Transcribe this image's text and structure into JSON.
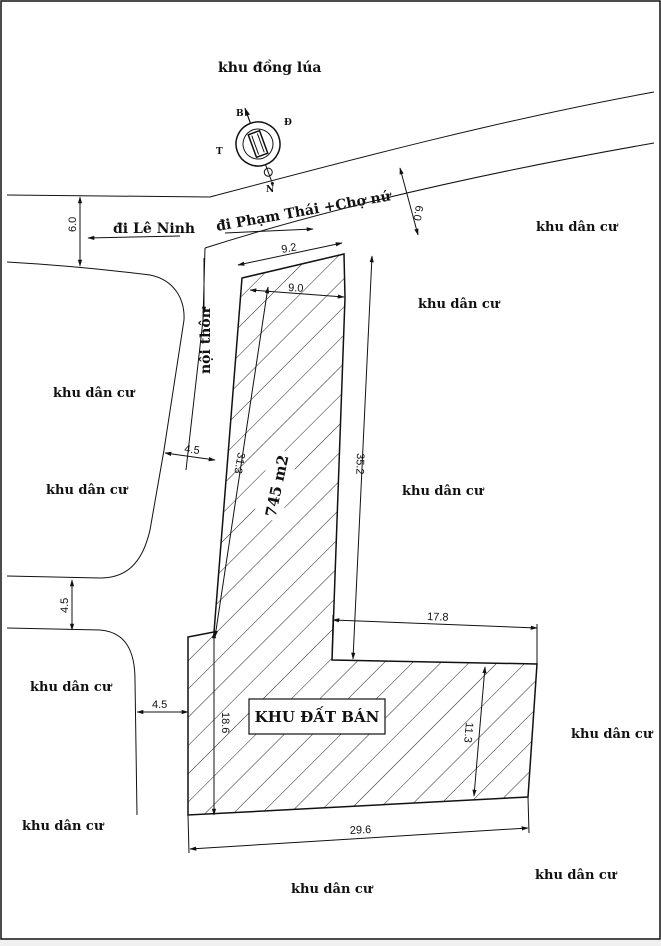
{
  "map": {
    "north_area": "khu đồng lúa",
    "road_west": "đi Lê Ninh",
    "road_east": "đi Phạm Thái +Chợ nứ",
    "road_village": "nội thôn",
    "residential": "khu dân cư",
    "plot_label": "KHU ĐẤT BÁN",
    "area_label": "745 m2",
    "compass_letters": [
      "B",
      "Đ",
      "T",
      "N"
    ],
    "compass_icon": "compass-rose-icon"
  },
  "dimensions": {
    "road_width_top": "6.0",
    "road_width_left": "6.0",
    "top_edge": "9.2",
    "top_inner": "9.0",
    "left_diag": "31.3",
    "right_vertical": "35.2",
    "lane_width_mid": "4.5",
    "lane_width_left": "4.5",
    "lane_width_bottom": "4.5",
    "step_width": "17.8",
    "right_height": "11.3",
    "left_height": "18.6",
    "bottom_edge": "29.6"
  },
  "colors": {
    "line": "#111111",
    "hatch": "#222222",
    "background": "#ffffff"
  }
}
